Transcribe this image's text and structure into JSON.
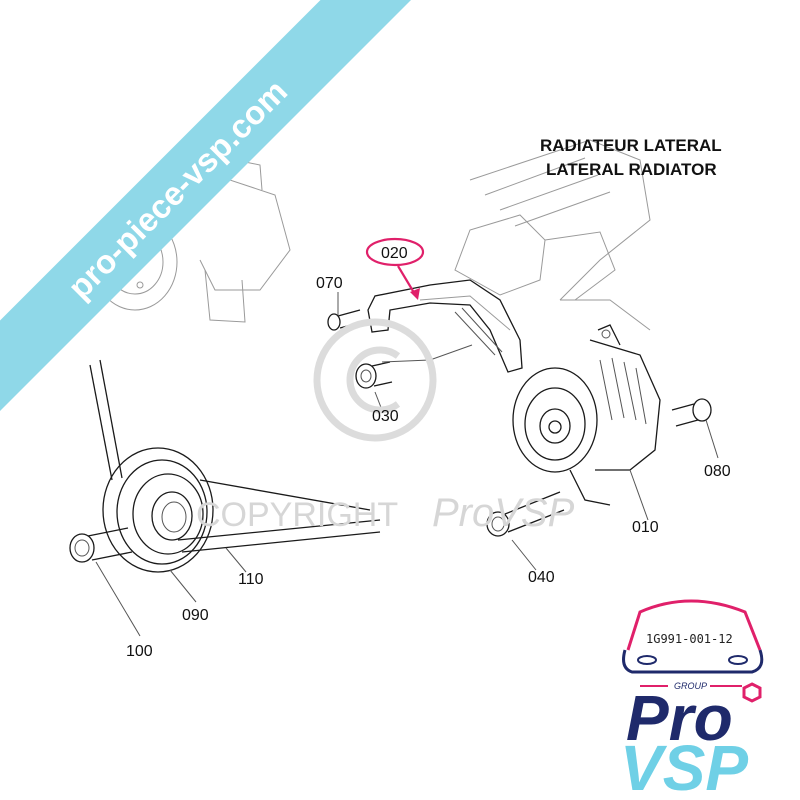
{
  "header": {
    "title_fr": "RADIATEUR LATERAL",
    "title_en": "LATERAL RADIATOR"
  },
  "watermark": {
    "banner_url": "pro-piece-vsp.com",
    "copyright_text": "COPYRIGHT",
    "copyright_brand": "ProVSP",
    "banner_color": "#8fd8e8"
  },
  "callouts": {
    "c010": "010",
    "c020": "020",
    "c030": "030",
    "c040": "040",
    "c070": "070",
    "c080": "080",
    "c090": "090",
    "c100": "100",
    "c110": "110",
    "highlight_color": "#e0206a"
  },
  "logo": {
    "group_text": "GROUP",
    "pro_text": "Pro",
    "vsp_text": "VSP",
    "part_code": "1G991-001-12",
    "pink": "#e0206a",
    "navy": "#1f2a6b",
    "cyan": "#6fd0e6"
  }
}
